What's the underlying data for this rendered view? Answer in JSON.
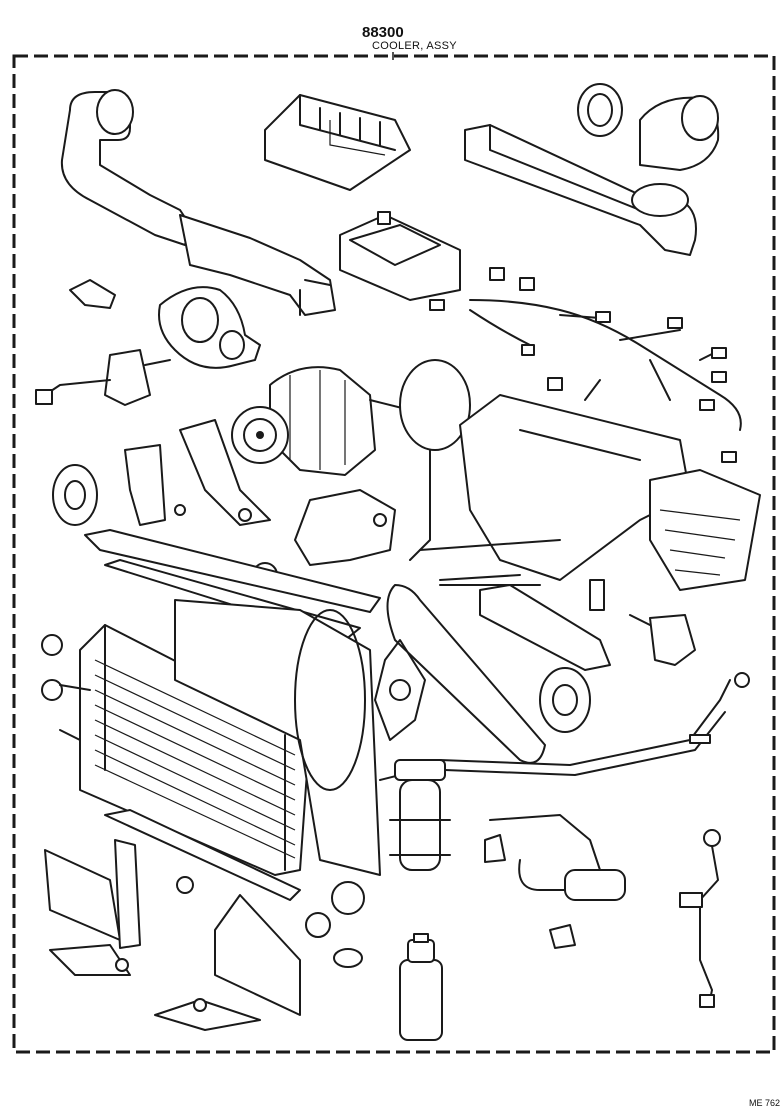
{
  "header": {
    "part_number": "88300",
    "part_name": "COOLER, ASSY"
  },
  "footer": {
    "code": "ME 762"
  },
  "colors": {
    "line": "#1a1a1a",
    "background": "#ffffff"
  }
}
